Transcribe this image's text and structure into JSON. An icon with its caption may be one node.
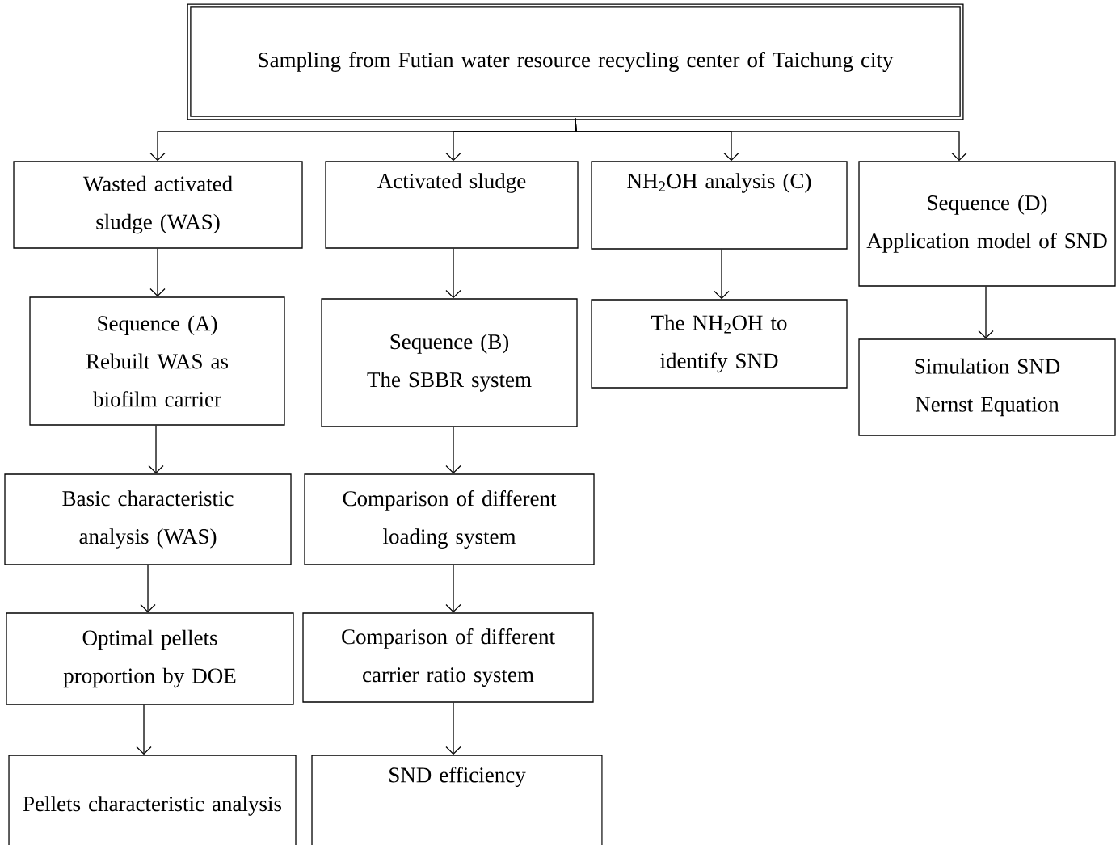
{
  "diagram": {
    "nodes": [
      {
        "text": [
          "Sampling from Futian water resource recycling center of Taichung city"
        ]
      },
      {
        "text": [
          "Wasted activated sludge (WAS)"
        ]
      },
      {
        "text": [
          "Activated sludge"
        ]
      },
      {
        "text": [
          "NH$_{2}$OH analysis (C)"
        ]
      },
      {
        "text": [
          "Sequence (D)",
          "Application model of SND"
        ]
      },
      {
        "text": [
          "Sequence (A)",
          "Rebuilt WAS as biofilm carrier"
        ]
      },
      {
        "text": [
          "Sequence (B)",
          "The SBBR system"
        ]
      },
      {
        "text": [
          "The NH$_{2}$OH to identify SND"
        ]
      },
      {
        "text": [
          "Simulation SND",
          "Nernst Equation"
        ]
      },
      {
        "text": [
          "Basic characteristic analysis (WAS)"
        ]
      },
      {
        "text": [
          "Comparison of different loading system"
        ]
      },
      {
        "text": [
          "Optimal pellets proportion by DOE"
        ]
      },
      {
        "text": [
          "Comparison of different carrier ratio system"
        ]
      },
      {
        "text": [
          "Pellets characteristic analysis"
        ]
      },
      {
        "text": [
          "SND efficiency"
        ]
      }
    ],
    "edges": [
      {
        "from": 0,
        "to": 1,
        "arrow": "to"
      },
      {
        "from": 0,
        "to": 2,
        "arrow": "to"
      },
      {
        "from": 0,
        "to": 3,
        "arrow": "to"
      },
      {
        "from": 0,
        "to": 4,
        "arrow": "to"
      },
      {
        "from": 1,
        "to": 5,
        "arrow": "to"
      },
      {
        "from": 2,
        "to": 6,
        "arrow": "to"
      },
      {
        "from": 3,
        "to": 7,
        "arrow": "to"
      },
      {
        "from": 4,
        "to": 8,
        "arrow": "to"
      },
      {
        "from": 5,
        "to": 9,
        "arrow": "to"
      },
      {
        "from": 6,
        "to": 10,
        "arrow": "to"
      },
      {
        "from": 9,
        "to": 11,
        "arrow": "to"
      },
      {
        "from": 10,
        "to": 12,
        "arrow": "to"
      },
      {
        "from": 11,
        "to": 13,
        "arrow": "to"
      },
      {
        "from": 12,
        "to": 14,
        "arrow": "to"
      }
    ]
  }
}
